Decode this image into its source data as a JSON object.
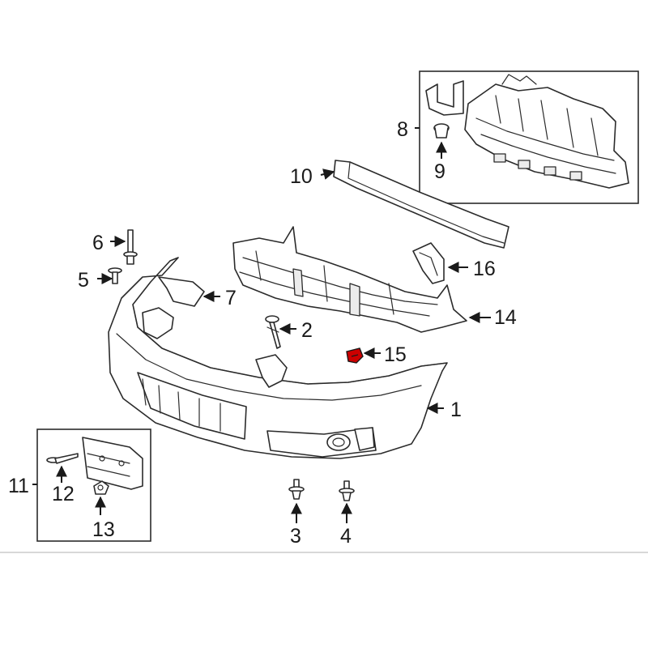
{
  "callouts": {
    "c1": "1",
    "c2": "2",
    "c3": "3",
    "c4": "4",
    "c5": "5",
    "c6": "6",
    "c7": "7",
    "c8": "8",
    "c9": "9",
    "c10": "10",
    "c11": "11",
    "c12": "12",
    "c13": "13",
    "c14": "14",
    "c15": "15",
    "c16": "16"
  },
  "colors": {
    "line": "#2b2b2b",
    "highlight": "#cc0000"
  }
}
